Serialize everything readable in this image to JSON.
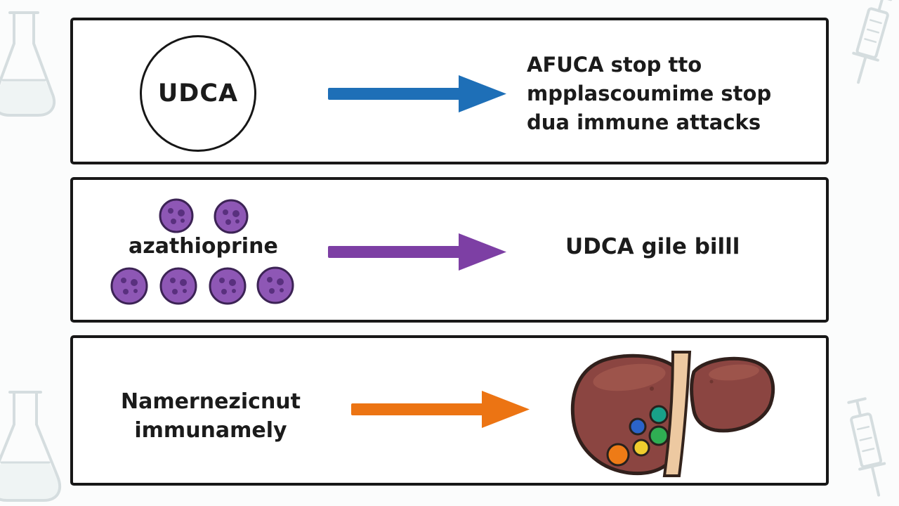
{
  "page": {
    "background": "#fbfcfc",
    "panel_border_color": "#171717",
    "text_color": "#1b1b1b",
    "sketch_stroke": "#b7c5c8"
  },
  "decorations": [
    "flask-top-left",
    "syringe-top-right",
    "flask-bottom-left",
    "syringe-bottom-right"
  ],
  "panels": [
    {
      "name": "udca-row",
      "source_label": "UDCA",
      "arrow_color": "#1e6fb7",
      "result_lines": [
        "AFUCA stop tto",
        "mpplascoumime stop",
        "dua immune attacks"
      ]
    },
    {
      "name": "azathioprine-row",
      "source_label": "azathioprine",
      "pill_color": "#8e57b5",
      "pill_spot_color": "#59307e",
      "pill_outline_color": "#3c2355",
      "arrow_color": "#7d3fa4",
      "result_lines": [
        "UDCA gile billl"
      ]
    },
    {
      "name": "immunosuppressant-row",
      "source_lines": [
        "Namernezicnut",
        "immunamely"
      ],
      "arrow_color": "#ec7413",
      "liver": {
        "body_color": "#8b4541",
        "highlight_color": "#9d544b",
        "outline_color": "#31201c",
        "gallbladder_color": "#edc9a1",
        "dot_colors": [
          "#18a189",
          "#2b63c8",
          "#2fae53",
          "#ee7b16",
          "#f0cd2e"
        ]
      }
    }
  ]
}
